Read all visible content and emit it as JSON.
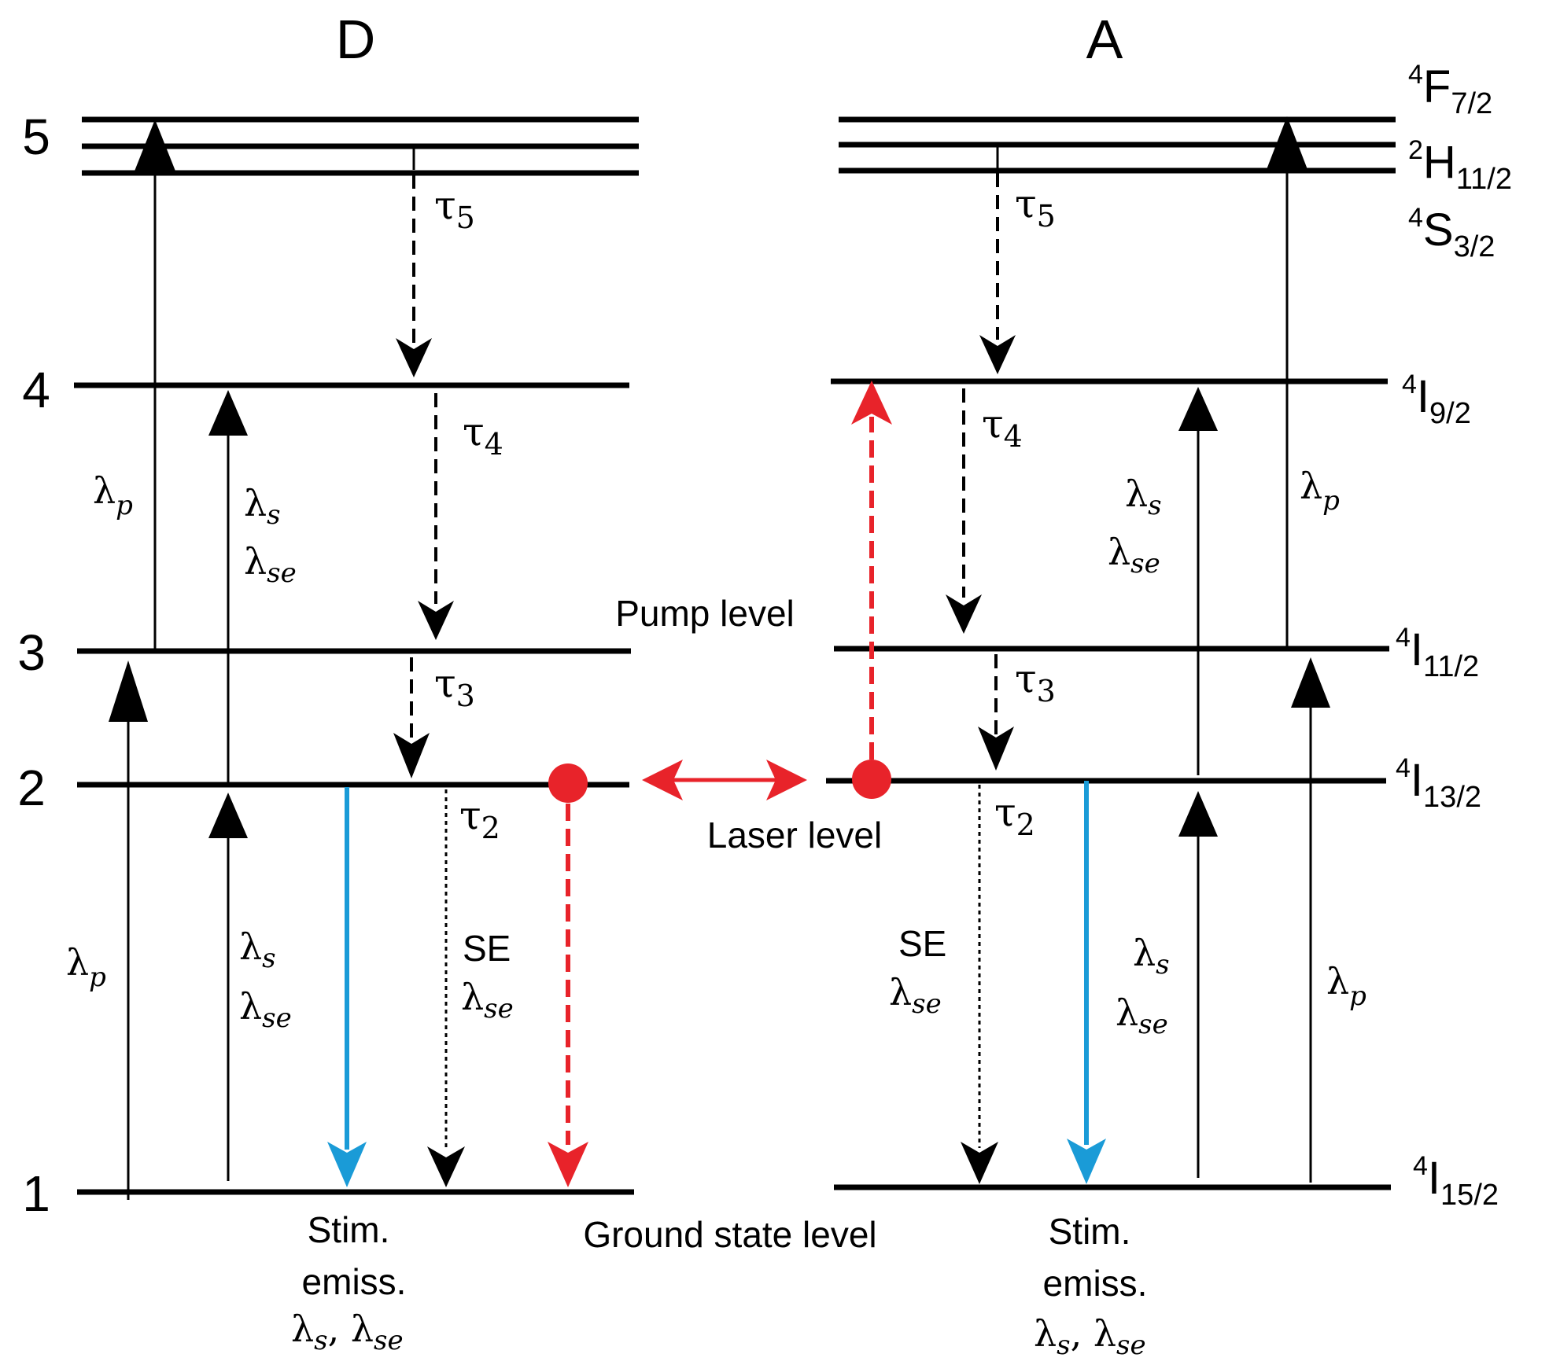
{
  "donor": {
    "title": "D",
    "levels": [
      "5",
      "4",
      "3",
      "2",
      "1"
    ],
    "lambda_p_upper": {
      "sym": "λ",
      "sub": "p"
    },
    "lambda_p_lower": {
      "sym": "λ",
      "sub": "p"
    },
    "lambda_s_upper": {
      "sym": "λ",
      "sub": "s"
    },
    "lambda_se_upper": {
      "sym": "λ",
      "sub": "se"
    },
    "lambda_s_lower": {
      "sym": "λ",
      "sub": "s"
    },
    "lambda_se_lower": {
      "sym": "λ",
      "sub": "se"
    },
    "tau5": {
      "sym": "τ",
      "sub": "5"
    },
    "tau4": {
      "sym": "τ",
      "sub": "4"
    },
    "tau3": {
      "sym": "τ",
      "sub": "3"
    },
    "tau2": {
      "sym": "τ",
      "sub": "2"
    },
    "se_label": "SE",
    "se_lambda": {
      "sym": "λ",
      "sub": "se"
    },
    "stim_line1": "Stim.",
    "stim_line2": "emiss.",
    "stim_lambda": {
      "sym1": "λ",
      "sub1": "s",
      "sep": ", ",
      "sym2": "λ",
      "sub2": "se"
    }
  },
  "acceptor": {
    "title": "A",
    "lambda_p_upper": {
      "sym": "λ",
      "sub": "p"
    },
    "lambda_p_lower": {
      "sym": "λ",
      "sub": "p"
    },
    "lambda_s_upper": {
      "sym": "λ",
      "sub": "s"
    },
    "lambda_se_upper": {
      "sym": "λ",
      "sub": "se"
    },
    "lambda_s_lower": {
      "sym": "λ",
      "sub": "s"
    },
    "lambda_se_lower": {
      "sym": "λ",
      "sub": "se"
    },
    "tau5": {
      "sym": "τ",
      "sub": "5"
    },
    "tau4": {
      "sym": "τ",
      "sub": "4"
    },
    "tau3": {
      "sym": "τ",
      "sub": "3"
    },
    "tau2": {
      "sym": "τ",
      "sub": "2"
    },
    "se_label": "SE",
    "se_lambda": {
      "sym": "λ",
      "sub": "se"
    },
    "stim_line1": "Stim.",
    "stim_line2": "emiss.",
    "stim_lambda": {
      "sym1": "λ",
      "sub1": "s",
      "sep": ", ",
      "sym2": "λ",
      "sub2": "se"
    }
  },
  "states": {
    "f72": {
      "sup": "4",
      "letter": "F",
      "sub": "7/2"
    },
    "h112": {
      "sup": "2",
      "letter": "H",
      "sub": "11/2"
    },
    "s32": {
      "sup": "4",
      "letter": "S",
      "sub": "3/2"
    },
    "i92": {
      "sup": "4",
      "letter": "I",
      "sub": "9/2"
    },
    "i112": {
      "sup": "4",
      "letter": "I",
      "sub": "11/2"
    },
    "i132": {
      "sup": "4",
      "letter": "I",
      "sub": "13/2"
    },
    "i152": {
      "sup": "4",
      "letter": "I",
      "sub": "15/2"
    }
  },
  "center": {
    "pump_level": "Pump level",
    "laser_level": "Laser level",
    "ground_level": "Ground state level"
  },
  "colors": {
    "stimulated": "#1a9bd7",
    "transfer": "#e8232a",
    "line": "#000000"
  }
}
